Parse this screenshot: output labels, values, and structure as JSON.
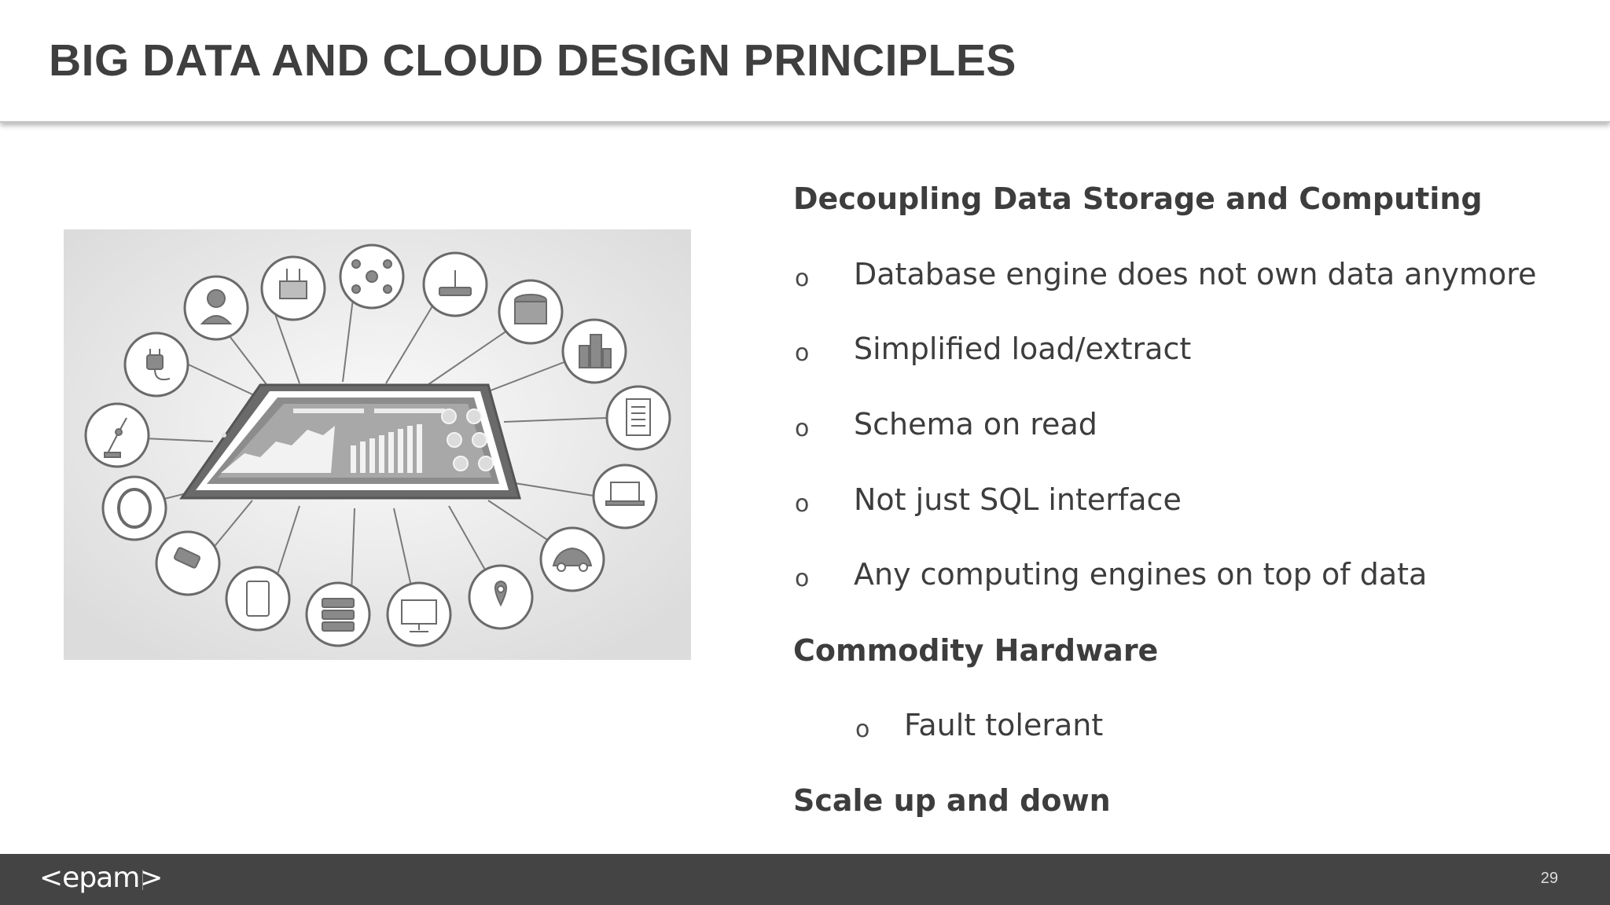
{
  "slide": {
    "title": "BIG DATA AND CLOUD DESIGN PRINCIPLES",
    "page_number": "29"
  },
  "content": {
    "sections": [
      {
        "heading": "Decoupling Data Storage and Computing",
        "bullets": [
          "Database engine does not own data anymore",
          "Simplified load/extract",
          "Schema on read",
          "Not just SQL interface",
          "Any computing engines on top of data"
        ]
      },
      {
        "heading": "Commodity Hardware",
        "bullets": [
          "Fault tolerant"
        ]
      },
      {
        "heading": "Scale up and down",
        "bullets": []
      }
    ],
    "bullet_marker": "o"
  },
  "illustration": {
    "icons": [
      "power-plug-icon",
      "user-icon",
      "tools-icon",
      "network-nodes-icon",
      "router-icon",
      "database-icon",
      "city-buildings-icon",
      "document-icon",
      "laptop-icon",
      "car-icon",
      "map-pin-icon",
      "monitor-icon",
      "server-icon",
      "tablet-icon",
      "security-camera-icon",
      "ring-icon",
      "robot-arm-icon"
    ]
  },
  "footer": {
    "logo": "<epam>"
  },
  "colors": {
    "title": "#3f3f3f",
    "footer_bg": "#444444",
    "text": "#3d3d3d"
  }
}
